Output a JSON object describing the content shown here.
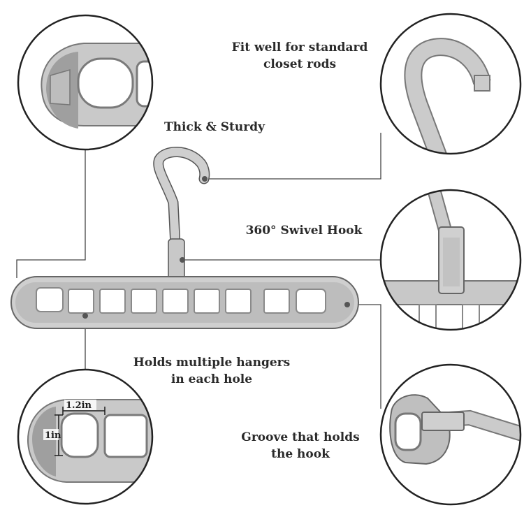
{
  "callouts": {
    "fit_rods": {
      "line1": "Fit well for standard",
      "line2": "closet rods"
    },
    "thick_sturdy": {
      "text": "Thick & Sturdy"
    },
    "swivel_hook": {
      "text": "360° Swivel Hook"
    },
    "holds_multiple": {
      "line1": "Holds multiple hangers",
      "line2": "in each hole"
    },
    "groove": {
      "line1": "Groove that holds",
      "line2": "the hook"
    }
  },
  "dimensions": {
    "width": "1.2in",
    "height": "1in"
  },
  "colors": {
    "plastic": "#cfcfcf",
    "plastic_dark": "#9d9d9d",
    "outline": "#222222",
    "text": "#2a2a2a"
  }
}
